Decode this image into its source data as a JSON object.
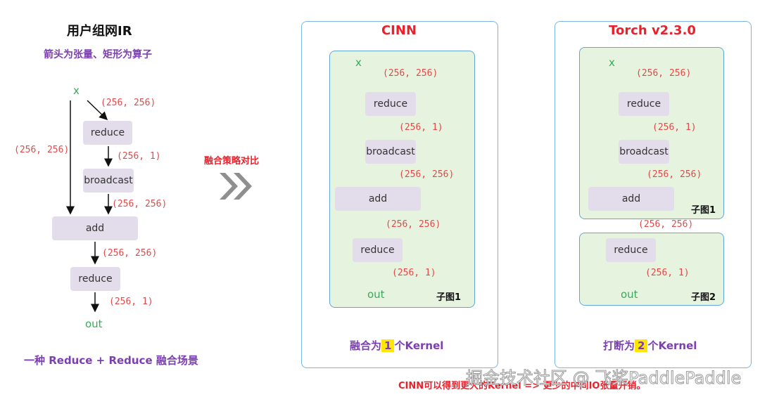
{
  "left": {
    "title": "用户组网IR",
    "subtitle": "箭头为张量、矩形为算子",
    "caption": "一种 Reduce + Reduce 融合场景",
    "x": "x",
    "out": "out",
    "ops": {
      "reduce1": "reduce",
      "broadcast": "broadcast",
      "add": "add",
      "reduce2": "reduce"
    },
    "dims": {
      "d1": "(256, 256)",
      "d2": "(256, 256)",
      "d3": "(256, 1)",
      "d4": "(256, 256)",
      "d5": "(256, 256)",
      "d6": "(256, 1)"
    }
  },
  "middle": {
    "label": "融合策略对比",
    "chevrons": "»"
  },
  "cinn": {
    "title": "CINN",
    "x": "x",
    "out": "out",
    "ops": {
      "reduce1": "reduce",
      "broadcast": "broadcast",
      "add": "add",
      "reduce2": "reduce"
    },
    "dims": {
      "d1": "(256, 256)",
      "d2": "(256, 1)",
      "d3": "(256, 256)",
      "d4": "(256, 256)",
      "d5": "(256, 1)"
    },
    "subgraph": "子图1",
    "kernel_prefix": "融合为",
    "kernel_num": "1",
    "kernel_suffix": "个Kernel"
  },
  "torch": {
    "title": "Torch v2.3.0",
    "x": "x",
    "out": "out",
    "ops": {
      "reduce1": "reduce",
      "broadcast": "broadcast",
      "add": "add",
      "reduce2": "reduce"
    },
    "dims": {
      "d1": "(256, 256)",
      "d2": "(256, 1)",
      "d3": "(256, 256)",
      "d4": "(256, 256)",
      "d5": "(256, 1)"
    },
    "subgraph1": "子图1",
    "subgraph2": "子图2",
    "kernel_prefix": "打断为",
    "kernel_num": "2",
    "kernel_suffix": "个Kernel"
  },
  "footer": "CINN可以得到更大的Kernel => 更少的中间IO张量开销。",
  "watermark": "掘金技术社区 @ 飞桨PaddlePaddle",
  "colors": {
    "accent_red": "#e8212b",
    "purple": "#7b3fb0",
    "tensor_green": "#3aaa5a",
    "dim_red": "#e04a4a",
    "subgraph_bg": "#e6f3df",
    "op_bg": "#e3dcea",
    "highlight": "#ffe600"
  }
}
